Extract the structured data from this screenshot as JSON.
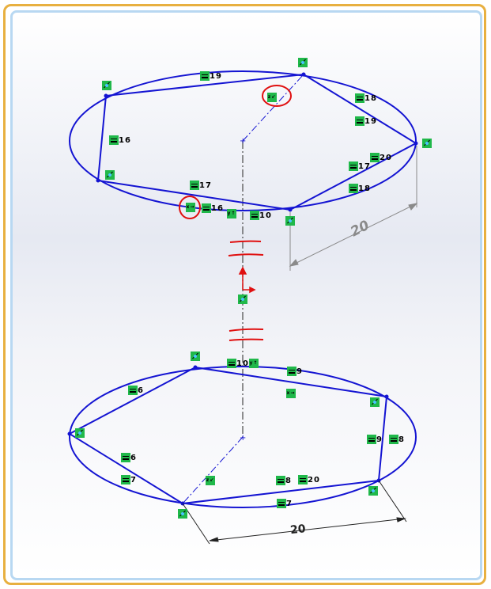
{
  "colors": {
    "sketch": "#1414d2",
    "relation_badge": "#20b84a",
    "annotation": "#e01010",
    "dimension": "#707070",
    "frame_outer": "#e8b040",
    "frame_inner": "#b8d8f2"
  },
  "top_sketch": {
    "equal_labels": [
      "19",
      "18",
      "19",
      "16",
      "17",
      "20",
      "18",
      "17",
      "16",
      "10"
    ],
    "dimension": "20"
  },
  "bottom_sketch": {
    "equal_labels": [
      "10",
      "9",
      "6",
      "9",
      "8",
      "6",
      "7",
      "8",
      "20",
      "7"
    ],
    "dimension": "20"
  },
  "relation_icons": [
    "coincident-icon",
    "horizontal-icon",
    "vertical-icon"
  ]
}
